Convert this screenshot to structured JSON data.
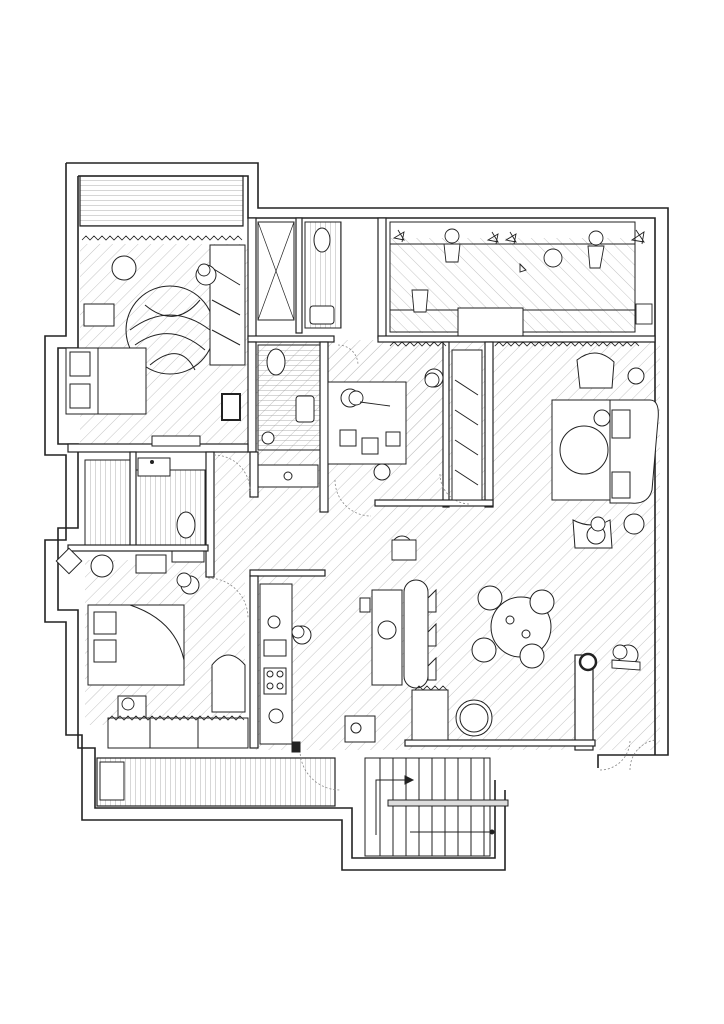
{
  "drawing": {
    "type": "architectural floor plan",
    "style": "black line drawing with diagonal floor hatching on white",
    "colors": {
      "line": "#222222",
      "hatch": "#bdbdbd",
      "background": "#ffffff"
    }
  },
  "rooms": [
    {
      "id": "bedroom-1",
      "furniture": [
        "double-bed",
        "round-rug",
        "desk",
        "wardrobe",
        "side-table"
      ]
    },
    {
      "id": "bedroom-2",
      "furniture": [
        "double-bed",
        "desk",
        "wardrobe",
        "armchair",
        "shelving"
      ]
    },
    {
      "id": "study",
      "furniture": [
        "desk",
        "chairs",
        "storage"
      ]
    },
    {
      "id": "living-room",
      "furniture": [
        "sofa",
        "armchairs",
        "coffee-table",
        "rug",
        "side-tables"
      ]
    },
    {
      "id": "kitchen",
      "furniture": [
        "counter",
        "hob",
        "sink",
        "island",
        "stools"
      ]
    },
    {
      "id": "dining",
      "furniture": [
        "round-table",
        "chairs"
      ]
    },
    {
      "id": "bathroom-1",
      "furniture": [
        "shower",
        "toilet",
        "basin"
      ]
    },
    {
      "id": "bathroom-2",
      "furniture": [
        "toilet",
        "basin"
      ]
    },
    {
      "id": "bathroom-3",
      "furniture": [
        "shower",
        "toilet",
        "basin"
      ]
    },
    {
      "id": "terrace-north",
      "furniture": [
        "plants",
        "people"
      ]
    },
    {
      "id": "balcony-north",
      "furniture": []
    },
    {
      "id": "balcony-south",
      "furniture": []
    },
    {
      "id": "staircase",
      "furniture": [
        "stairs",
        "handrail"
      ]
    }
  ]
}
